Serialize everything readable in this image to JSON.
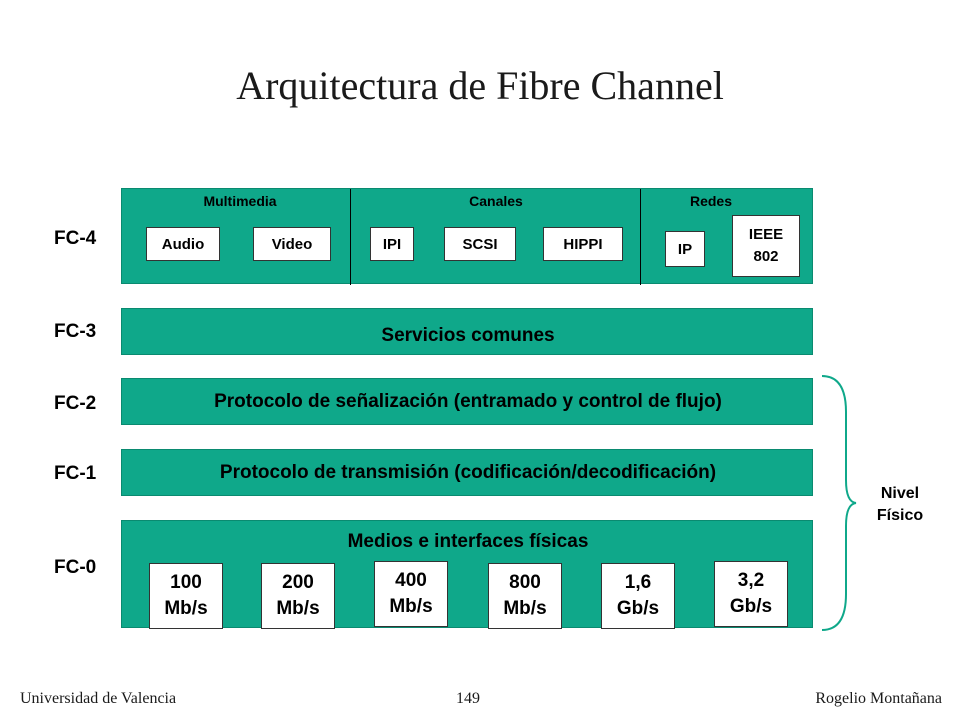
{
  "title": "Arquitectura de Fibre Channel",
  "levels": {
    "fc4": "FC-4",
    "fc3": "FC-3",
    "fc2": "FC-2",
    "fc1": "FC-1",
    "fc0": "FC-0"
  },
  "fc4": {
    "multimedia": {
      "label": "Multimedia",
      "items": [
        "Audio",
        "Video"
      ]
    },
    "canales": {
      "label": "Canales",
      "items": [
        "IPI",
        "SCSI",
        "HIPPI"
      ]
    },
    "redes": {
      "label": "Redes",
      "ip": "IP",
      "ieee_line1": "IEEE",
      "ieee_line2": "802"
    }
  },
  "fc3": {
    "label": "Servicios comunes"
  },
  "fc2": {
    "label": "Protocolo de señalización (entramado y control de flujo)"
  },
  "fc1": {
    "label": "Protocolo de transmisión (codificación/decodificación)"
  },
  "fc0": {
    "label": "Medios e interfaces físicas",
    "speeds": [
      {
        "value": "100",
        "unit": "Mb/s"
      },
      {
        "value": "200",
        "unit": "Mb/s"
      },
      {
        "value": "400",
        "unit": "Mb/s"
      },
      {
        "value": "800",
        "unit": "Mb/s"
      },
      {
        "value": "1,6",
        "unit": "Gb/s"
      },
      {
        "value": "3,2",
        "unit": "Gb/s"
      }
    ]
  },
  "physical": {
    "line1": "Nivel",
    "line2": "Físico"
  },
  "footer": {
    "left": "Universidad de Valencia",
    "center": "149",
    "right": "Rogelio Montañana"
  },
  "colors": {
    "layer": "#0fa88a",
    "box": "#ffffff"
  }
}
